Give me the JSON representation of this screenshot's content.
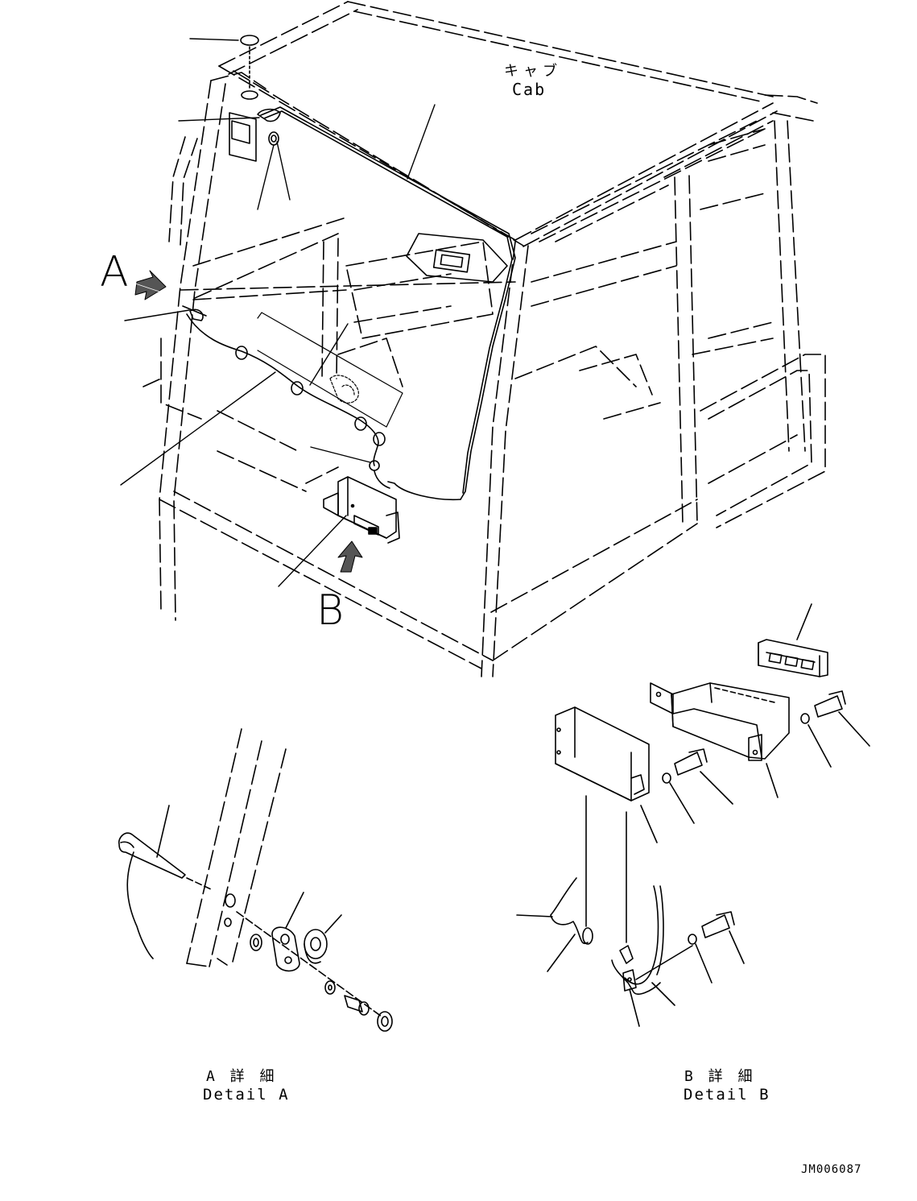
{
  "title": "",
  "labels": {
    "cab_jp": "キャブ",
    "cab_en": "Cab",
    "view_a": "A",
    "view_b": "B",
    "detail_a_jp": "A 詳 細",
    "detail_a_en": "Detail A",
    "detail_b_jp": "B 詳 細",
    "detail_b_en": "Detail B",
    "drawing_id": "JM006087"
  },
  "colors": {
    "line": "#000000",
    "background": "#ffffff"
  }
}
